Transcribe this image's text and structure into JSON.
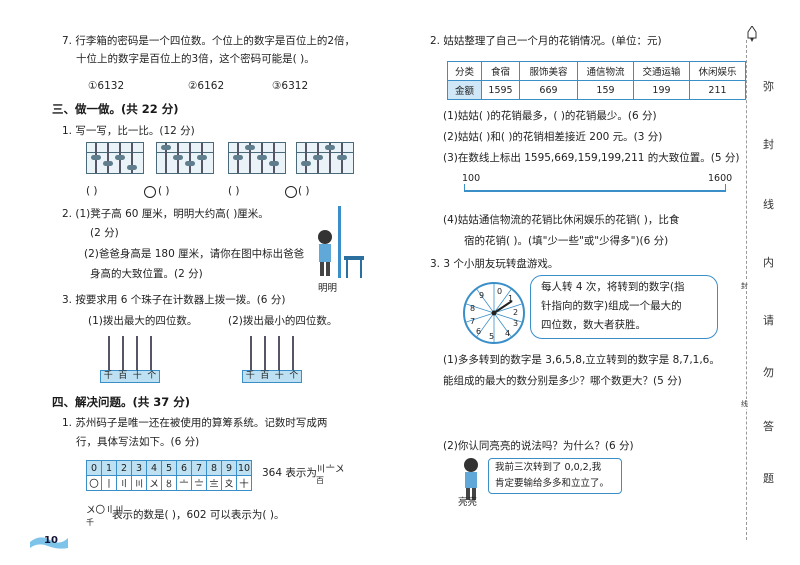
{
  "left": {
    "q7": {
      "line1": "7. 行李箱的密码是一个四位数。个位上的数字是百位上的2倍，",
      "line2": "十位上的数字是百位上的3倍，这个密码可能是(     )。",
      "options": [
        "①6132",
        "②6162",
        "③6312"
      ]
    },
    "section3": "三、做一做。(共 22 分)",
    "s3q1": "1. 写一写，比一比。(12 分)",
    "s3q1_blanks": [
      "(          )",
      "(          )",
      "(          )",
      "(          )"
    ],
    "s3q2": {
      "line1": "2. (1)凳子高 60 厘米，明明大约高(     )厘米。",
      "line2": "(2 分)",
      "line3": "(2)爸爸身高是 180 厘米，请你在图中标出爸爸",
      "line4": "身高的大致位置。(2 分)",
      "caption": "明明"
    },
    "s3q3": {
      "line1": "3. 按要求用 6 个珠子在计数器上拨一拨。(6 分)",
      "part1": "(1)拨出最大的四位数。",
      "part2": "(2)拨出最小的四位数。",
      "counter_labels": [
        "千",
        "百",
        "十",
        "个"
      ]
    },
    "section4": "四、解决问题。(共 37 分)",
    "s4q1": {
      "line1": "1. 苏州码子是唯一还在被使用的算筹系统。记数时写成两",
      "line2": "行，具体写法如下。(6 分)",
      "digits": [
        "0",
        "1",
        "2",
        "3",
        "4",
        "5",
        "6",
        "7",
        "8",
        "9",
        "10"
      ],
      "codes": [
        "〇",
        "丨",
        "〢",
        "〣",
        "〤",
        "〥",
        "〦",
        "〧",
        "〨",
        "〩",
        "十"
      ],
      "example": "364 表示为",
      "example_code": "〣〦〤",
      "example_unit": "百",
      "line3": "表示的数是(          )，602 可以表示为(          )。",
      "line3_code": "〤〇〢〣",
      "line3_unit": "千"
    },
    "page_number": "10"
  },
  "right": {
    "q2": {
      "title": "2. 姑姑整理了自己一个月的花销情况。(单位：元)",
      "headers": [
        "分类",
        "食宿",
        "服饰美容",
        "通信物流",
        "交通运输",
        "休闲娱乐"
      ],
      "row_label": "金额",
      "values": [
        "1595",
        "669",
        "159",
        "199",
        "211"
      ],
      "p1": "(1)姑姑(     )的花销最多，(     )的花销最少。(6 分)",
      "p2": "(2)姑姑(     )和(     )的花销相差接近 200 元。(3 分)",
      "p3": "(3)在数线上标出 1595,669,159,199,211 的大致位置。(5 分)",
      "axis_start": "100",
      "axis_end": "1600",
      "p4a": "(4)姑姑通信物流的花销比休闲娱乐的花销(          )，比食",
      "p4b": "宿的花销(          )。(填\"少一些\"或\"少得多\")(6 分)"
    },
    "q3": {
      "title": "3. 3 个小朋友玩转盘游戏。",
      "spinner_numbers": [
        "0",
        "1",
        "2",
        "3",
        "4",
        "5",
        "6",
        "7",
        "8",
        "9"
      ],
      "rule1": "每人转 4 次，将转到的数字(指",
      "rule2": "针指向的数字)组成一个最大的",
      "rule3": "四位数，数大者获胜。",
      "p1a": "(1)多多转到的数字是 3,6,5,8,立立转到的数字是 8,7,1,6。",
      "p1b": "能组成的最大的数分别是多少？哪个数更大？(5 分)",
      "p2": "(2)你认同亮亮的说法吗？为什么？(6 分)",
      "speech1": "我前三次转到了 0,0,2,我",
      "speech2": "肯定要输给多多和立立了。",
      "caption": "亮亮"
    }
  },
  "side": {
    "chars": [
      "弥",
      "封",
      "线",
      "内",
      "请",
      "勿",
      "答",
      "题"
    ],
    "small1": "封",
    "small2": "线"
  }
}
